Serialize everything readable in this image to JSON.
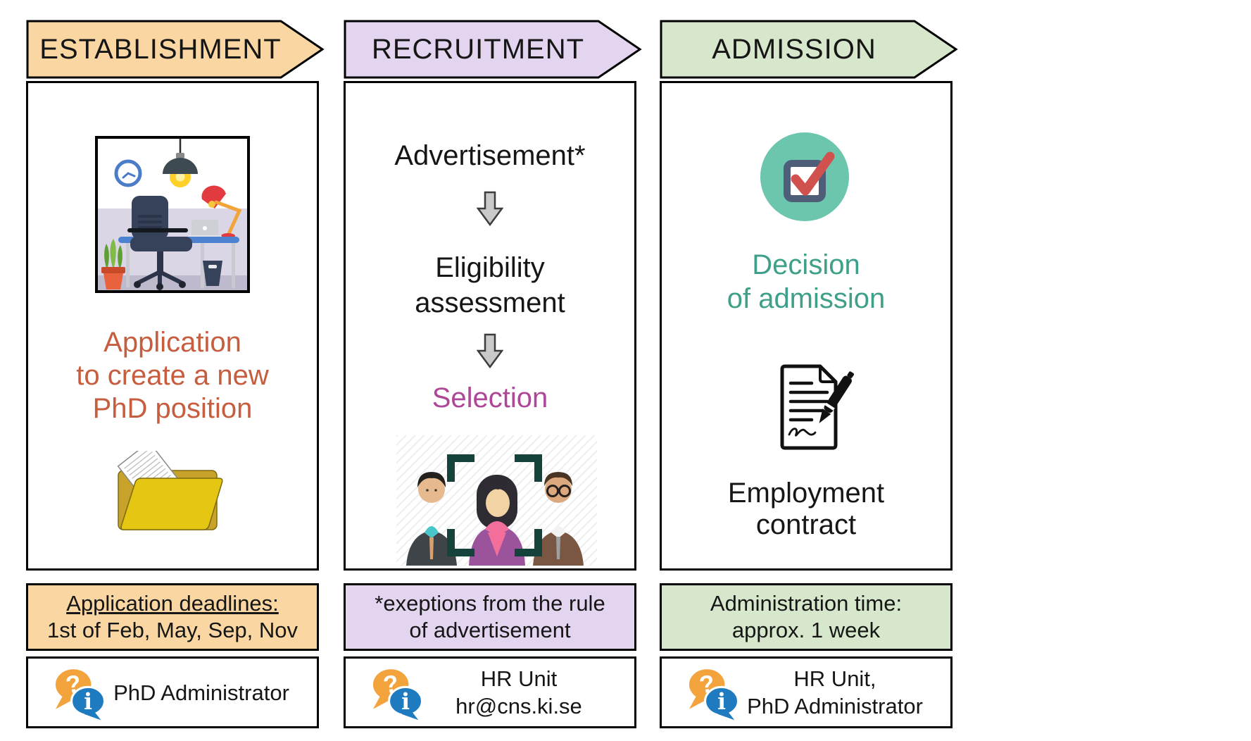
{
  "colors": {
    "establishment-fill": "#FAD7A2",
    "recruitment-fill": "#E3D5F0",
    "admission-fill": "#D6E7CB",
    "application-text": "#C65D3F",
    "selection-text": "#AE4797",
    "decision-text": "#3EA088",
    "outline": "#000000",
    "arrow-fill": "#C9C9C9",
    "arrow-stroke": "#3C3C3C",
    "qa-orange": "#F2A33C",
    "qa-blue": "#1F7BBF",
    "check-circle": "#6CC5AD",
    "check-red": "#D0514E",
    "check-box": "#4E5D78",
    "folder-front": "#E5C713",
    "folder-back": "#C7A32B",
    "bracket-green": "#15433C"
  },
  "icons": {
    "question_glyph": "?",
    "info_glyph": "i",
    "office": "office-desk-illustration",
    "folder": "open-folder-with-document-icon",
    "down_arrow": "down-block-arrow-icon",
    "people": "candidate-selection-photo",
    "check": "checked-checkbox-icon",
    "contract": "signed-contract-icon",
    "qa": "question-info-chat-icon"
  },
  "columns": [
    {
      "header": "ESTABLISHMENT",
      "body_line1": "Application",
      "body_line2": "to create a new",
      "body_line3": "PhD position",
      "note_line1": "Application deadlines:",
      "note_line2": "1st of Feb, May, Sep, Nov",
      "contact_line1": "PhD Administrator"
    },
    {
      "header": "RECRUITMENT",
      "step_advertisement": "Advertisement*",
      "step_eligibility_line1": "Eligibility",
      "step_eligibility_line2": "assessment",
      "step_selection": "Selection",
      "note_line1": "*exeptions from the rule",
      "note_line2": "of advertisement",
      "contact_line1": "HR Unit",
      "contact_line2": "hr@cns.ki.se"
    },
    {
      "header": "ADMISSION",
      "decision_line1": "Decision",
      "decision_line2": "of admission",
      "employment_line1": "Employment",
      "employment_line2": "contract",
      "note_line1": "Administration time:",
      "note_line2": "approx. 1 week",
      "contact_line1": "HR Unit,",
      "contact_line2": "PhD Administrator"
    }
  ]
}
